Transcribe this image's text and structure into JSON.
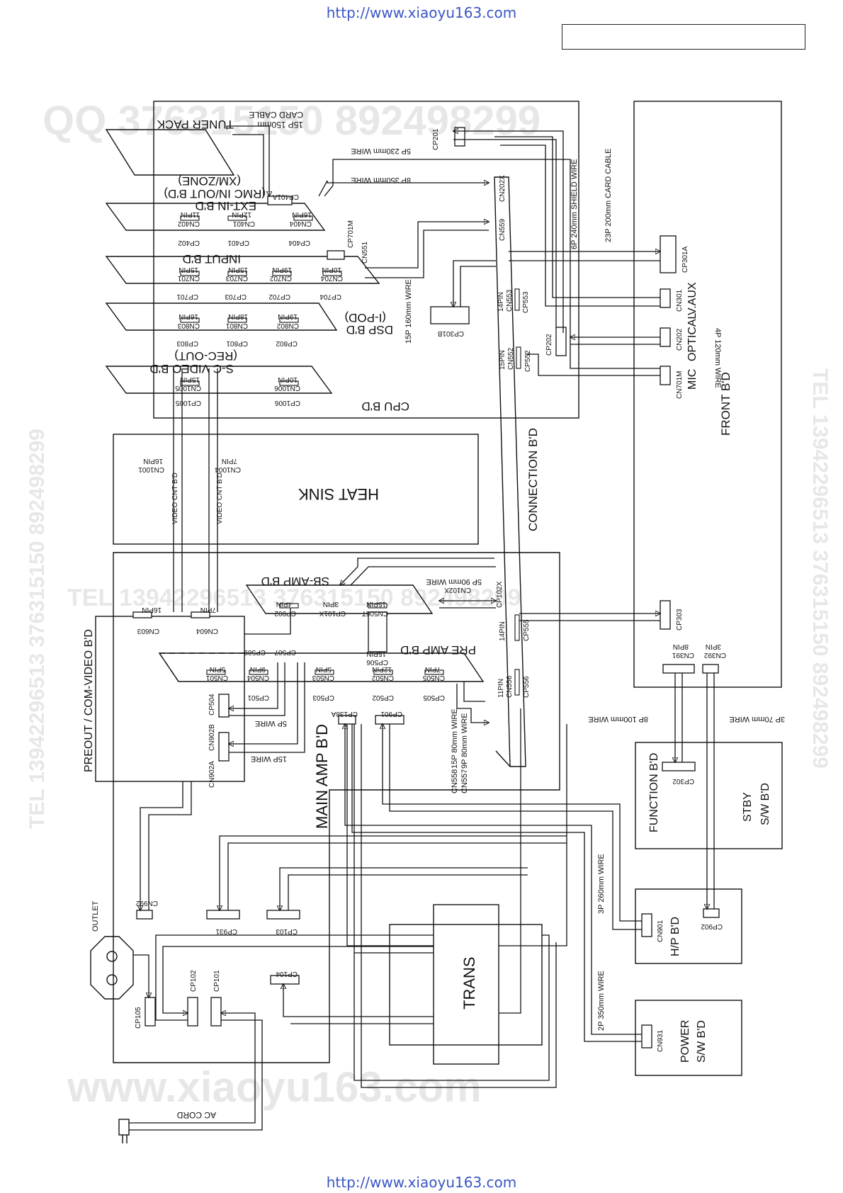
{
  "header": {
    "url": "http://www.xiaoyu163.com"
  },
  "footer": {
    "url": "http://www.xiaoyu163.com"
  },
  "watermarks": {
    "qq": "QQ 376315150   892498299",
    "tel": "TEL 13942296513  376315150  892498299",
    "www": "www.xiaoyu163.com"
  },
  "boards": {
    "front": "FRONT B'D",
    "cpu": "CPU B'D",
    "heat_sink": "HEAT SINK",
    "connection": "CONNECTION B'D",
    "main_amp": "MAIN AMP B'D",
    "preout": "PREOUT / COM-VIDEO B'D",
    "sb_amp": "SB-AMP B'D",
    "pre_amp": "PRE AMP B'D",
    "function": "FUNCTION B'D",
    "stby_1": "STBY",
    "stby_2": "S/W B'D",
    "hp": "H/P B'D",
    "power_1": "POWER",
    "power_2": "S/W B'D",
    "trans": "TRANS",
    "tuner": "TUNER PACK",
    "extin_1": "EXT-IN B'D",
    "extin_2": "(RMC IN/OUT B'D)",
    "extin_3": "(XM/ZONE)",
    "input": "INPUT B'D",
    "dsp_1": "DSP B'D",
    "dsp_2": "(I-POD)",
    "scvideo_1": "S-C VIDEO B'D",
    "scvideo_2": "(REC-OUT)",
    "video_cnt": "VIDEO CNT B'D",
    "outlet": "OUTLET",
    "ac_cord": "AC CORD",
    "mic": "MIC",
    "optical": "OPTICAL",
    "vaux": "V.AUX"
  },
  "wires": {
    "w15p150": "15P 150mm",
    "card_cable": "CARD CABLE",
    "w5p230": "5P 230mm WIRE",
    "w8p350": "8P 350mm WIRE",
    "w6p240": "6P 240mm SHIELD WIRE",
    "w23p200": "23P 200mm CARD CABLE",
    "w15p160": "15P 160mm WIRE",
    "w4p120": "4P 120mm WIRE",
    "w5p90": "5P 90mm WIRE",
    "w5p": "5P WIRE",
    "w15p": "15P WIRE",
    "w8p100": "8P 100mm WIRE",
    "w3p70": "3P 70mm WIRE",
    "w3p260": "3P 260mm WIRE",
    "w2p350": "2P 350mm WIRE",
    "w15p80": "15P 80mm WIRE",
    "w9p80": "9P 80mm WIRE"
  },
  "connectors": {
    "cp201": "CP201",
    "cp202": "CP202",
    "cp301a": "CP301A",
    "cp301b": "CP301B",
    "cn301": "CN301",
    "cn202": "CN202",
    "cn701m": "CN701M",
    "cp303": "CP303",
    "cn391": "CN391",
    "pin8": "8PIN",
    "cn392": "CN392",
    "pin3": "3PIN",
    "cp302": "CP302",
    "cn901": "CN901",
    "cp902": "CP902",
    "cn931": "CN931",
    "cp401a": "CP401A",
    "cn404": "CN404",
    "pin16": "16PIN",
    "cn401": "CN401",
    "pin12": "12PIN",
    "cn402": "CN402",
    "pin11": "11PIN",
    "cp402": "CP402",
    "cp401": "CP401",
    "cp404": "CP404",
    "cp701m": "CP701M",
    "cn551": "CN551",
    "cn701": "CN701",
    "pin15": "15PIN",
    "cn703": "CN703",
    "cn702": "CN702",
    "pin19": "19PIN",
    "cn704": "CN704",
    "pin10": "10PIN",
    "cp701": "CP701",
    "cp703": "CP703",
    "cp702": "CP702",
    "cp704": "CP704",
    "cn803": "CN803",
    "cn801": "CN801",
    "pin18": "18PIN",
    "cn802": "CN802",
    "cp803": "CP803",
    "cp801": "CP801",
    "cp802": "CP802",
    "cn1005": "CN1005",
    "cn1006": "CN1006",
    "cp1005": "CP1005",
    "cp1006": "CP1006",
    "cn1001": "CN1001",
    "cn1004": "CN1004",
    "pin7": "7PIN",
    "cn202x": "CN202X",
    "cn559": "CN559",
    "cn553": "CN553",
    "pin14": "14PIN",
    "cp553": "CP553",
    "cn552": "CN552",
    "cp552": "CP552",
    "cp102x": "CP102X",
    "cn102x": "CN102X",
    "cp992": "CP992",
    "pin4": "4PIN",
    "cp101x": "CP101X",
    "cn506t": "CN506T",
    "cp506": "CP506",
    "cp555": "CP555",
    "cn556": "CN556",
    "cp556": "CP556",
    "cn603": "CN603",
    "cn604": "CN604",
    "cp509": "CP509",
    "cp507": "CP507",
    "cn501": "CN501",
    "pin5": "5PIN",
    "cn504": "CN504",
    "pin9": "9PIN",
    "cn503": "CN503",
    "cn502": "CN502",
    "cn505": "CN505",
    "cp501": "CP501",
    "cp503": "CP503",
    "cp502": "CP502",
    "cp505": "CP505",
    "cp504": "CP504",
    "cn902b": "CN902B",
    "cn902a": "CN902A",
    "cp138a": "CP138A",
    "cp901": "CP901",
    "cn558": "CN558",
    "cn557": "CN557",
    "cn992": "CN992",
    "cp931": "CP931",
    "cp103": "CP103",
    "cp104": "CP104",
    "cp105": "CP105",
    "cp102": "CP102",
    "cp101": "CP101"
  }
}
